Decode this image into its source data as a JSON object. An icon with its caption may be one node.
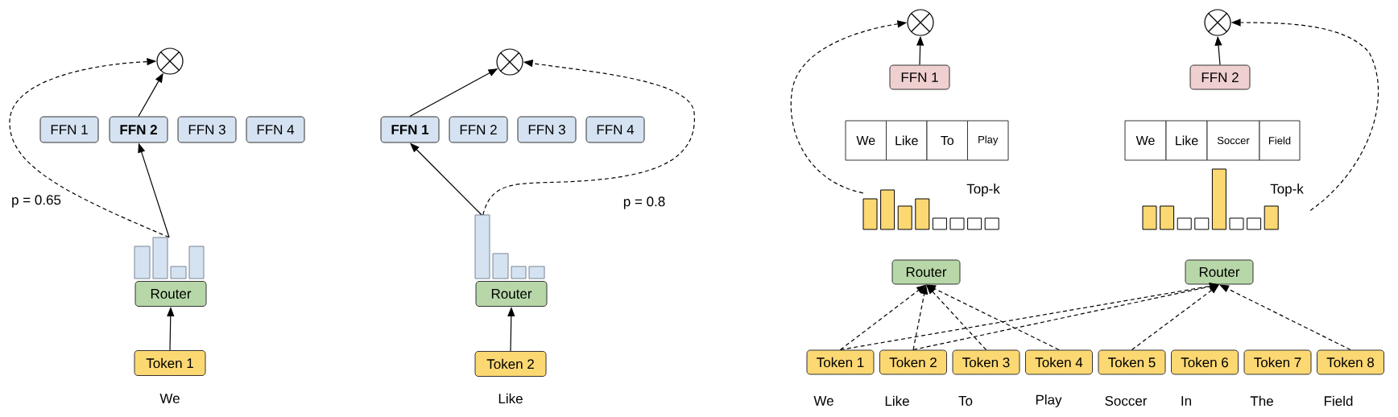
{
  "diagram": {
    "nodes": [
      {
        "text": [],
        "shape": "circle"
      },
      {
        "text": [
          "FFN 1"
        ]
      },
      {
        "text": [
          "FFN 2"
        ]
      },
      {
        "text": [
          "FFN 3"
        ]
      },
      {
        "text": [
          "FFN 4"
        ]
      },
      {
        "text": [],
        "shape": "bar"
      },
      {
        "text": [
          "Router"
        ]
      },
      {
        "text": [
          "Token 1"
        ],
        "beside": [
          "We"
        ]
      },
      {
        "text": [],
        "shape": "circle"
      },
      {
        "text": [
          "FFN 1"
        ]
      },
      {
        "text": [
          "FFN 2"
        ]
      },
      {
        "text": [
          "FFN 3"
        ]
      },
      {
        "text": [
          "FFN 4"
        ]
      },
      {
        "text": [],
        "shape": "bar"
      },
      {
        "text": [
          "Router"
        ]
      },
      {
        "text": [
          "Token 2"
        ],
        "beside": [
          "Like"
        ]
      },
      {
        "text": [],
        "shape": "circle"
      },
      {
        "text": [],
        "shape": "circle"
      },
      {
        "text": [
          "FFN 1"
        ]
      },
      {
        "text": [
          "FFN 2"
        ]
      },
      {
        "text": [
          "We"
        ]
      },
      {
        "text": [
          "Like"
        ]
      },
      {
        "text": [
          "To"
        ]
      },
      {
        "text": [
          "Play"
        ]
      },
      {
        "text": [
          "We"
        ]
      },
      {
        "text": [
          "Like"
        ]
      },
      {
        "text": [
          "Soccer"
        ]
      },
      {
        "text": [
          "Field"
        ]
      },
      {
        "text": [],
        "shape": "bar"
      },
      {
        "text": [],
        "shape": "bar"
      },
      {
        "text": [
          "Router"
        ]
      },
      {
        "text": [
          "Router"
        ]
      },
      {
        "text": [
          "Token 1"
        ],
        "beside": [
          "We"
        ]
      },
      {
        "text": [
          "Token 2"
        ],
        "beside": [
          "Like"
        ]
      },
      {
        "text": [
          "Token 3"
        ],
        "beside": [
          "To"
        ]
      },
      {
        "text": [
          "Token 4"
        ],
        "beside": [
          "Play"
        ]
      },
      {
        "text": [
          "Token 5"
        ],
        "beside": [
          "Soccer"
        ]
      },
      {
        "text": [
          "Token 6"
        ],
        "beside": [
          "In"
        ]
      },
      {
        "text": [
          "Token 7"
        ],
        "beside": [
          "The"
        ]
      },
      {
        "text": [
          "Token 8"
        ],
        "beside": [
          "Field"
        ]
      }
    ],
    "edges": [
      {
        "from": 7,
        "to": 6,
        "arrow": "to"
      },
      {
        "from": 5,
        "to": 2,
        "arrow": "to"
      },
      {
        "from": 2,
        "to": 0,
        "arrow": "to"
      },
      {
        "from": 5,
        "to": 0,
        "arrow": "to",
        "style": "dashed",
        "label": "p = 0.65"
      },
      {
        "from": 15,
        "to": 14,
        "arrow": "to"
      },
      {
        "from": 13,
        "to": 9,
        "arrow": "to"
      },
      {
        "from": 9,
        "to": 8,
        "arrow": "to"
      },
      {
        "from": 13,
        "to": 8,
        "arrow": "to",
        "style": "dashed",
        "label": "p = 0.8"
      },
      {
        "from": 18,
        "to": 16,
        "arrow": "to"
      },
      {
        "from": 19,
        "to": 17,
        "arrow": "to"
      },
      {
        "from": 28,
        "to": 16,
        "arrow": "to",
        "style": "dashed"
      },
      {
        "from": 29,
        "to": 17,
        "arrow": "to",
        "style": "dashed"
      },
      {
        "from": 32,
        "to": 30,
        "arrow": "to",
        "style": "dashed"
      },
      {
        "from": 33,
        "to": 30,
        "arrow": "to",
        "style": "dashed"
      },
      {
        "from": 34,
        "to": 30,
        "arrow": "to",
        "style": "dashed"
      },
      {
        "from": 35,
        "to": 30,
        "arrow": "to",
        "style": "dashed"
      },
      {
        "from": 32,
        "to": 31,
        "arrow": "to",
        "style": "dashed"
      },
      {
        "from": 33,
        "to": 31,
        "arrow": "to",
        "style": "dashed"
      },
      {
        "from": 36,
        "to": 31,
        "arrow": "to",
        "style": "dashed"
      },
      {
        "from": 39,
        "to": 31,
        "arrow": "to",
        "style": "dashed"
      }
    ],
    "labels": [
      "Top-k",
      "Top-k"
    ]
  }
}
